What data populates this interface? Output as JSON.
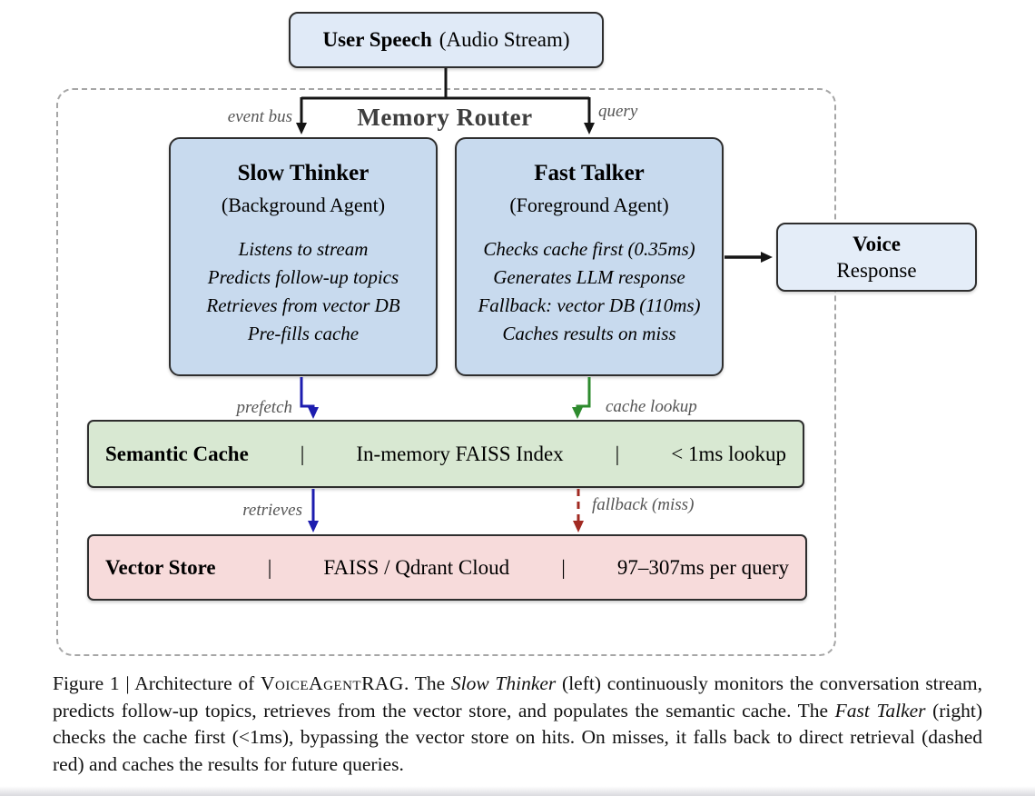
{
  "diagram": {
    "user_speech": {
      "title": "User Speech",
      "subtitle": "(Audio Stream)"
    },
    "memory_router_label": "Memory Router",
    "slow_thinker": {
      "title": "Slow Thinker",
      "subtitle": "(Background Agent)",
      "items": [
        "Listens to stream",
        "Predicts follow-up topics",
        "Retrieves from vector DB",
        "Pre-fills cache"
      ]
    },
    "fast_talker": {
      "title": "Fast Talker",
      "subtitle": "(Foreground Agent)",
      "items": [
        "Checks cache first (0.35ms)",
        "Generates LLM response",
        "Fallback: vector DB (110ms)",
        "Caches results on miss"
      ]
    },
    "voice_response": {
      "line1": "Voice",
      "line2": "Response"
    },
    "semantic_cache": {
      "name": "Semantic Cache",
      "sep": "|",
      "middle": "In-memory FAISS Index",
      "right": "< 1ms lookup"
    },
    "vector_store": {
      "name": "Vector Store",
      "sep": "|",
      "middle": "FAISS / Qdrant Cloud",
      "right": "97–307ms per query"
    },
    "edge_labels": {
      "event_bus": "event bus",
      "query": "query",
      "prefetch": "prefetch",
      "cache_lookup": "cache lookup",
      "retrieves": "retrieves",
      "fallback": "fallback (miss)"
    }
  },
  "caption": {
    "segments": {
      "s1": "Figure 1 | Architecture of ",
      "s2": "VoiceAgentRAG",
      "s3": ". The ",
      "s4": "Slow Thinker",
      "s5": " (left) continuously monitors the conversation stream, predicts follow-up topics, retrieves from the vector store, and populates the semantic cache. The ",
      "s6": "Fast Talker",
      "s7": " (right) checks the cache first (<1ms), bypassing the vector store on hits. On misses, it falls back to direct retrieval (dashed red) and caches the results for future queries."
    }
  },
  "colors": {
    "arrow_black": "#151515",
    "arrow_blue": "#1d1daf",
    "arrow_green": "#2e8b2e",
    "arrow_red": "#a12a22",
    "agent_fill": "#c8daee",
    "cache_fill": "#d8e8d2",
    "store_fill": "#f7dbdb",
    "io_fill": "#e0eaf7"
  }
}
